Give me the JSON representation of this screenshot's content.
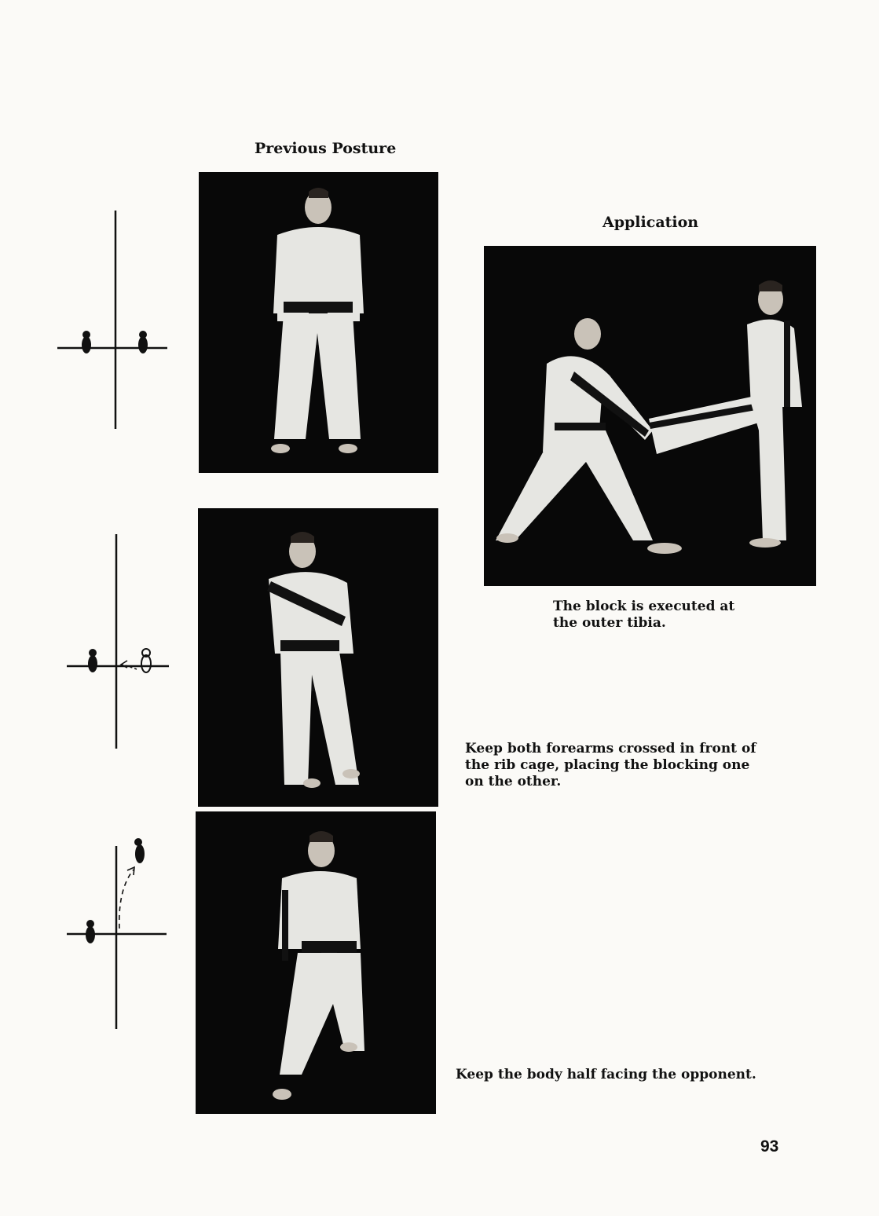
{
  "previous_posture": {
    "heading": "Previous Posture"
  },
  "application": {
    "heading": "Application",
    "caption_line1": "The block is executed at",
    "caption_line2": "the outer tibia."
  },
  "step2": {
    "caption_line1": "Keep both forearms crossed in front of",
    "caption_line2": "the  rib cage, placing the blocking  one",
    "caption_line3": "on the other."
  },
  "step3": {
    "caption": "Keep the body half facing the opponent."
  },
  "page_number": "93",
  "colors": {
    "photo_bg": "#080808",
    "page_bg": "#fbfaf7",
    "uniform": "#e6e6e2",
    "belt": "#111111"
  },
  "icons": [
    "footprint-icon",
    "arrow-icon"
  ]
}
